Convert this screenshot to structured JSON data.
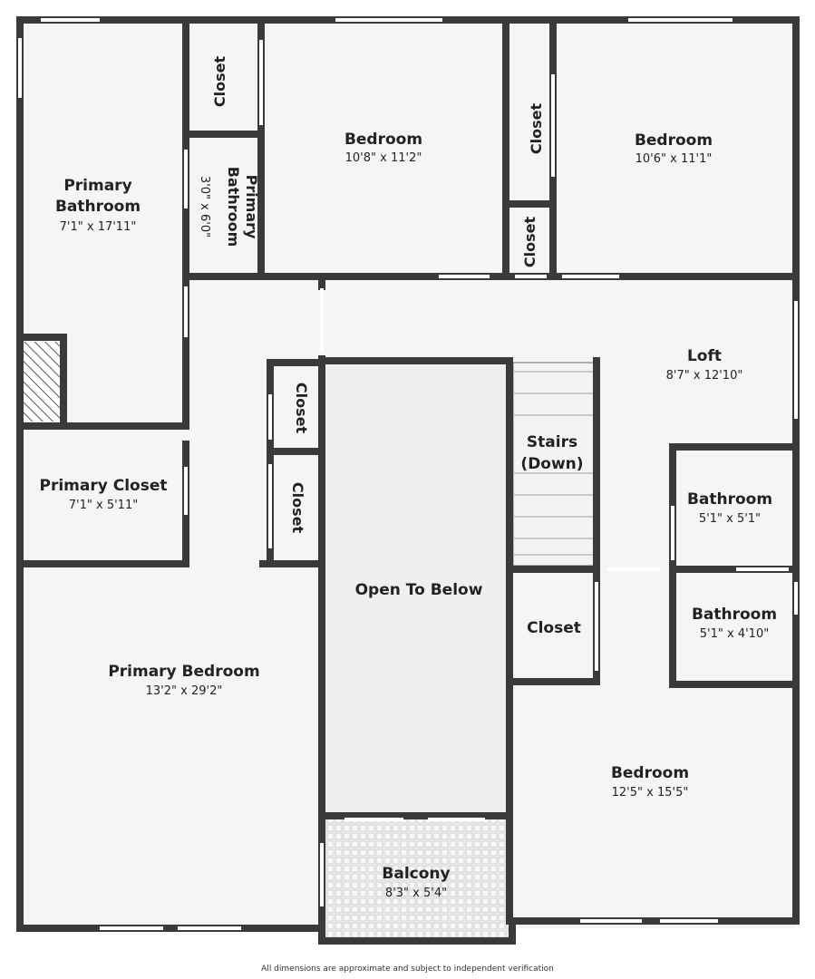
{
  "colors": {
    "wall": "#3a3a3a",
    "floor": "#f5f5f5",
    "open_below": "#efefef",
    "window": "#ffffff",
    "text": "#222222"
  },
  "rooms": {
    "primary_bathroom": {
      "name1": "Primary",
      "name2": "Bathroom",
      "dim": "7'1\" x 17'11\""
    },
    "primary_bathroom_small": {
      "name1": "Primary",
      "name2": "Bathroom",
      "dim": "3'0\" x 6'0\""
    },
    "closet_top_left": {
      "name": "Closet"
    },
    "bedroom_top_middle": {
      "name": "Bedroom",
      "dim": "10'8\" x 11'2\""
    },
    "closet_top_middle": {
      "name": "Closet"
    },
    "closet_small_middle": {
      "name": "Closet"
    },
    "bedroom_top_right": {
      "name": "Bedroom",
      "dim": "10'6\" x 11'1\""
    },
    "loft": {
      "name": "Loft",
      "dim": "8'7\" x 12'10\""
    },
    "closet_hall_1": {
      "name": "Closet"
    },
    "closet_hall_2": {
      "name": "Closet"
    },
    "primary_closet": {
      "name": "Primary Closet",
      "dim": "7'1\" x 5'11\""
    },
    "stairs": {
      "name1": "Stairs",
      "name2": "(Down)"
    },
    "bathroom_1": {
      "name": "Bathroom",
      "dim": "5'1\" x 5'1\""
    },
    "bathroom_2": {
      "name": "Bathroom",
      "dim": "5'1\" x 4'10\""
    },
    "open_to_below": {
      "name": "Open To Below"
    },
    "closet_right": {
      "name": "Closet"
    },
    "primary_bedroom": {
      "name": "Primary Bedroom",
      "dim": "13'2\" x 29'2\""
    },
    "bedroom_bottom_right": {
      "name": "Bedroom",
      "dim": "12'5\" x 15'5\""
    },
    "balcony": {
      "name": "Balcony",
      "dim": "8'3\" x 5'4\""
    }
  },
  "footer": "All dimensions are approximate and subject to independent verification"
}
